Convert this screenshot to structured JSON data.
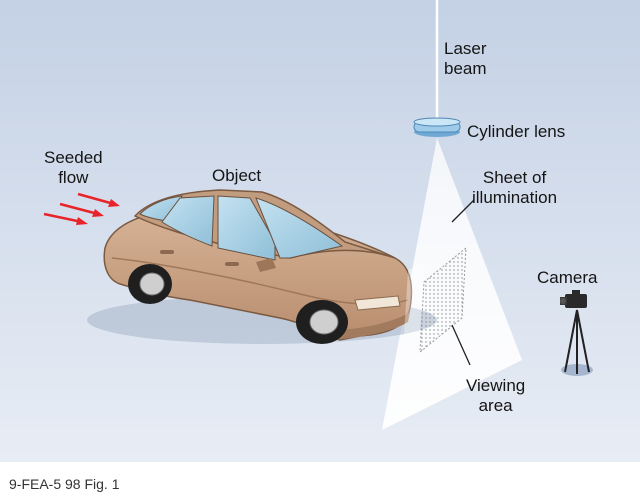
{
  "labels": {
    "laser_beam": [
      "Laser",
      "beam"
    ],
    "cylinder_lens": "Cylinder lens",
    "sheet_of_illumination": [
      "Sheet of",
      "illumination"
    ],
    "seeded_flow": [
      "Seeded",
      "flow"
    ],
    "object": "Object",
    "camera": "Camera",
    "viewing_area": [
      "Viewing",
      "area"
    ]
  },
  "caption": "9-FEA-5 98 Fig. 1",
  "colors": {
    "background_top": "#c7d3e6",
    "background_bottom": "#e9eef6",
    "car_body": "#c9a184",
    "car_shadow": "#8d6a4f",
    "windows": "#a9cfe3",
    "flow_arrows": "#e8242b",
    "light_sheet": "#ffffff",
    "camera": "#222222"
  },
  "icons": {
    "car": "sedan-illustration",
    "camera": "camera-on-tripod-icon",
    "lens": "cylinder-lens-shape",
    "arrows": "seeded-flow-arrows"
  }
}
